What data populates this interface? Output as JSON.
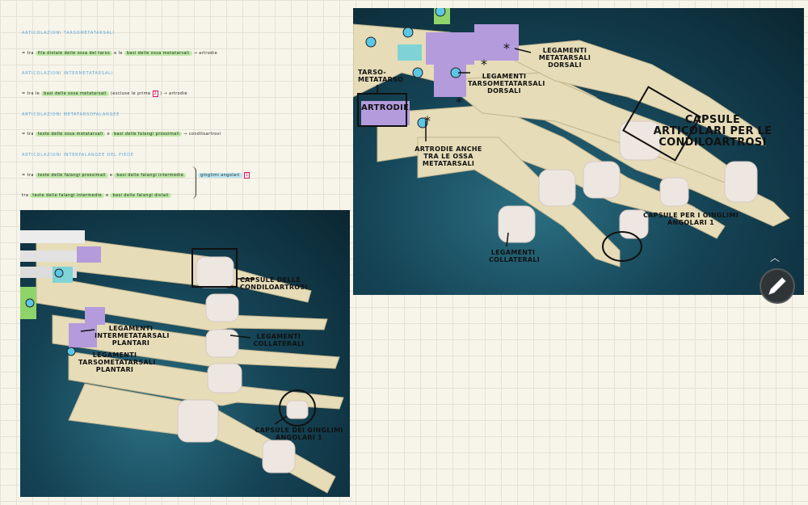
{
  "notes": {
    "h1": "Articolazioni tarsometatarsali",
    "l1": {
      "prefix": "= tra",
      "hl1": "fila distale delle ossa del tarso",
      "mid": "e le",
      "hl2": "basi delle ossa metatarsali",
      "tail": "→ artrodie"
    },
    "h2": "Articolazioni intermetatarsali",
    "l2": {
      "prefix": "= tra le",
      "hl1": "basi delle ossa metatarsali",
      "paren": "(escluse le prime",
      "num": "2",
      "tail": ") → artrodie"
    },
    "h3": "Articolazioni metatarsofalangee",
    "l3": {
      "prefix": "= tra",
      "hl1": "teste delle ossa metatarsali",
      "mid": "e",
      "hl2": "basi delle falangi prossimali",
      "tail": "→ condiloartrosi"
    },
    "h4": "Articolazioni interfalangee del piede",
    "l4": {
      "prefix": "= tra",
      "hl1": "teste delle falangi prossimali",
      "mid": "e",
      "hl2": "basi delle falangi intermedie",
      "side": "ginglimi angolari",
      "num": "1"
    },
    "l5": {
      "prefix": "tra",
      "hl1": "teste delle falangi intermedie",
      "mid": "e",
      "hl2": "basi delle falangi distali"
    }
  },
  "left_image": {
    "capsule_condilo": "Capsule delle condiloartrosi",
    "leg_intermetatarsali": "Legamenti intermetatarsali plantari",
    "leg_tarsometatarsali": "Legamenti tarsometatarsali plantari",
    "leg_collaterali": "Legamenti collaterali",
    "capsule_ginglimi": "Capsule dei ginglimi angolari 1"
  },
  "right_image": {
    "tarso_metatarso": "Tarso- metatarso",
    "artrodie": "Artrodie",
    "artrodie_anche": "Artrodie anche tra le ossa metatarsali",
    "leg_tarsometatarsali_dorsali": "Legamenti tarsometatarsali dorsali",
    "leg_metatarsali_dorsali": "Legamenti metatarsali dorsali",
    "capsule_articolari": "Capsule articolari per le condiloartrosi",
    "capsule_ginglimi": "Capsule per i ginglimi angolari 1",
    "leg_collaterali": "Legamenti collaterali"
  },
  "colors": {
    "bone": "#e6dcb8",
    "capsule": "#eee6e0",
    "ligament": "#b49bdc",
    "highlight_green": "#bfe9a8",
    "highlight_blue": "#b9e6f0",
    "heading": "#5aa6e0"
  }
}
